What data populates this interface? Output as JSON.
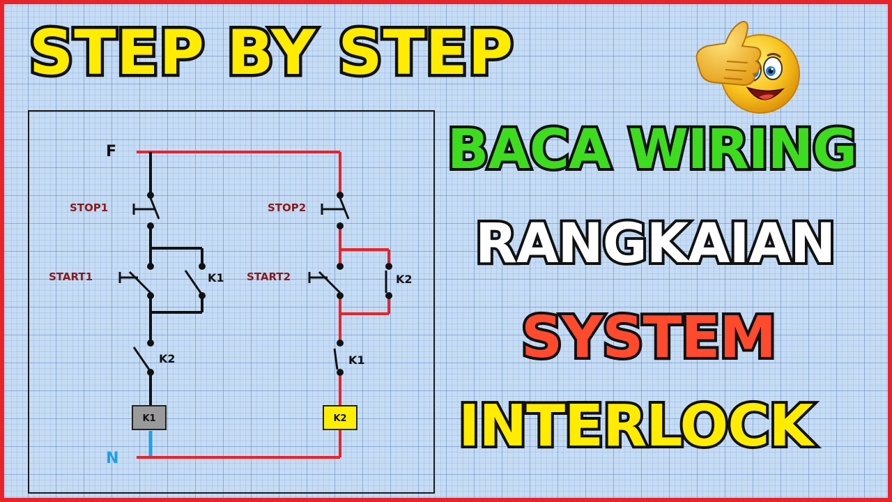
{
  "headline": {
    "top": "STEP BY STEP",
    "line1": "BACA WIRING",
    "line2": "RANGKAIAN",
    "line3": "SYSTEM",
    "line4": "INTERLOCK"
  },
  "diagram": {
    "phase_label": "F",
    "neutral_label": "N",
    "left_circuit": {
      "stop_label": "STOP1",
      "start_label": "START1",
      "holding_contact_label": "K1",
      "interlock_contact_label": "K2",
      "coil_label": "K1"
    },
    "right_circuit": {
      "stop_label": "STOP2",
      "start_label": "START2",
      "holding_contact_label": "K2",
      "interlock_contact_label": "K1",
      "coil_label": "K2"
    }
  },
  "colors": {
    "border": "#e8232a",
    "phase_wire": "#e8232a",
    "neutral_wire": "#1ea0e6",
    "coil_k1": "#9a9a9a",
    "coil_k2": "#ffee00",
    "label_text": "#8b1a1a",
    "title_yellow": "#ffec00",
    "title_green": "#3ddc1f",
    "title_red": "#ff4a2e"
  },
  "icons": {
    "emoji": "thumbs-up-smiley-icon"
  }
}
